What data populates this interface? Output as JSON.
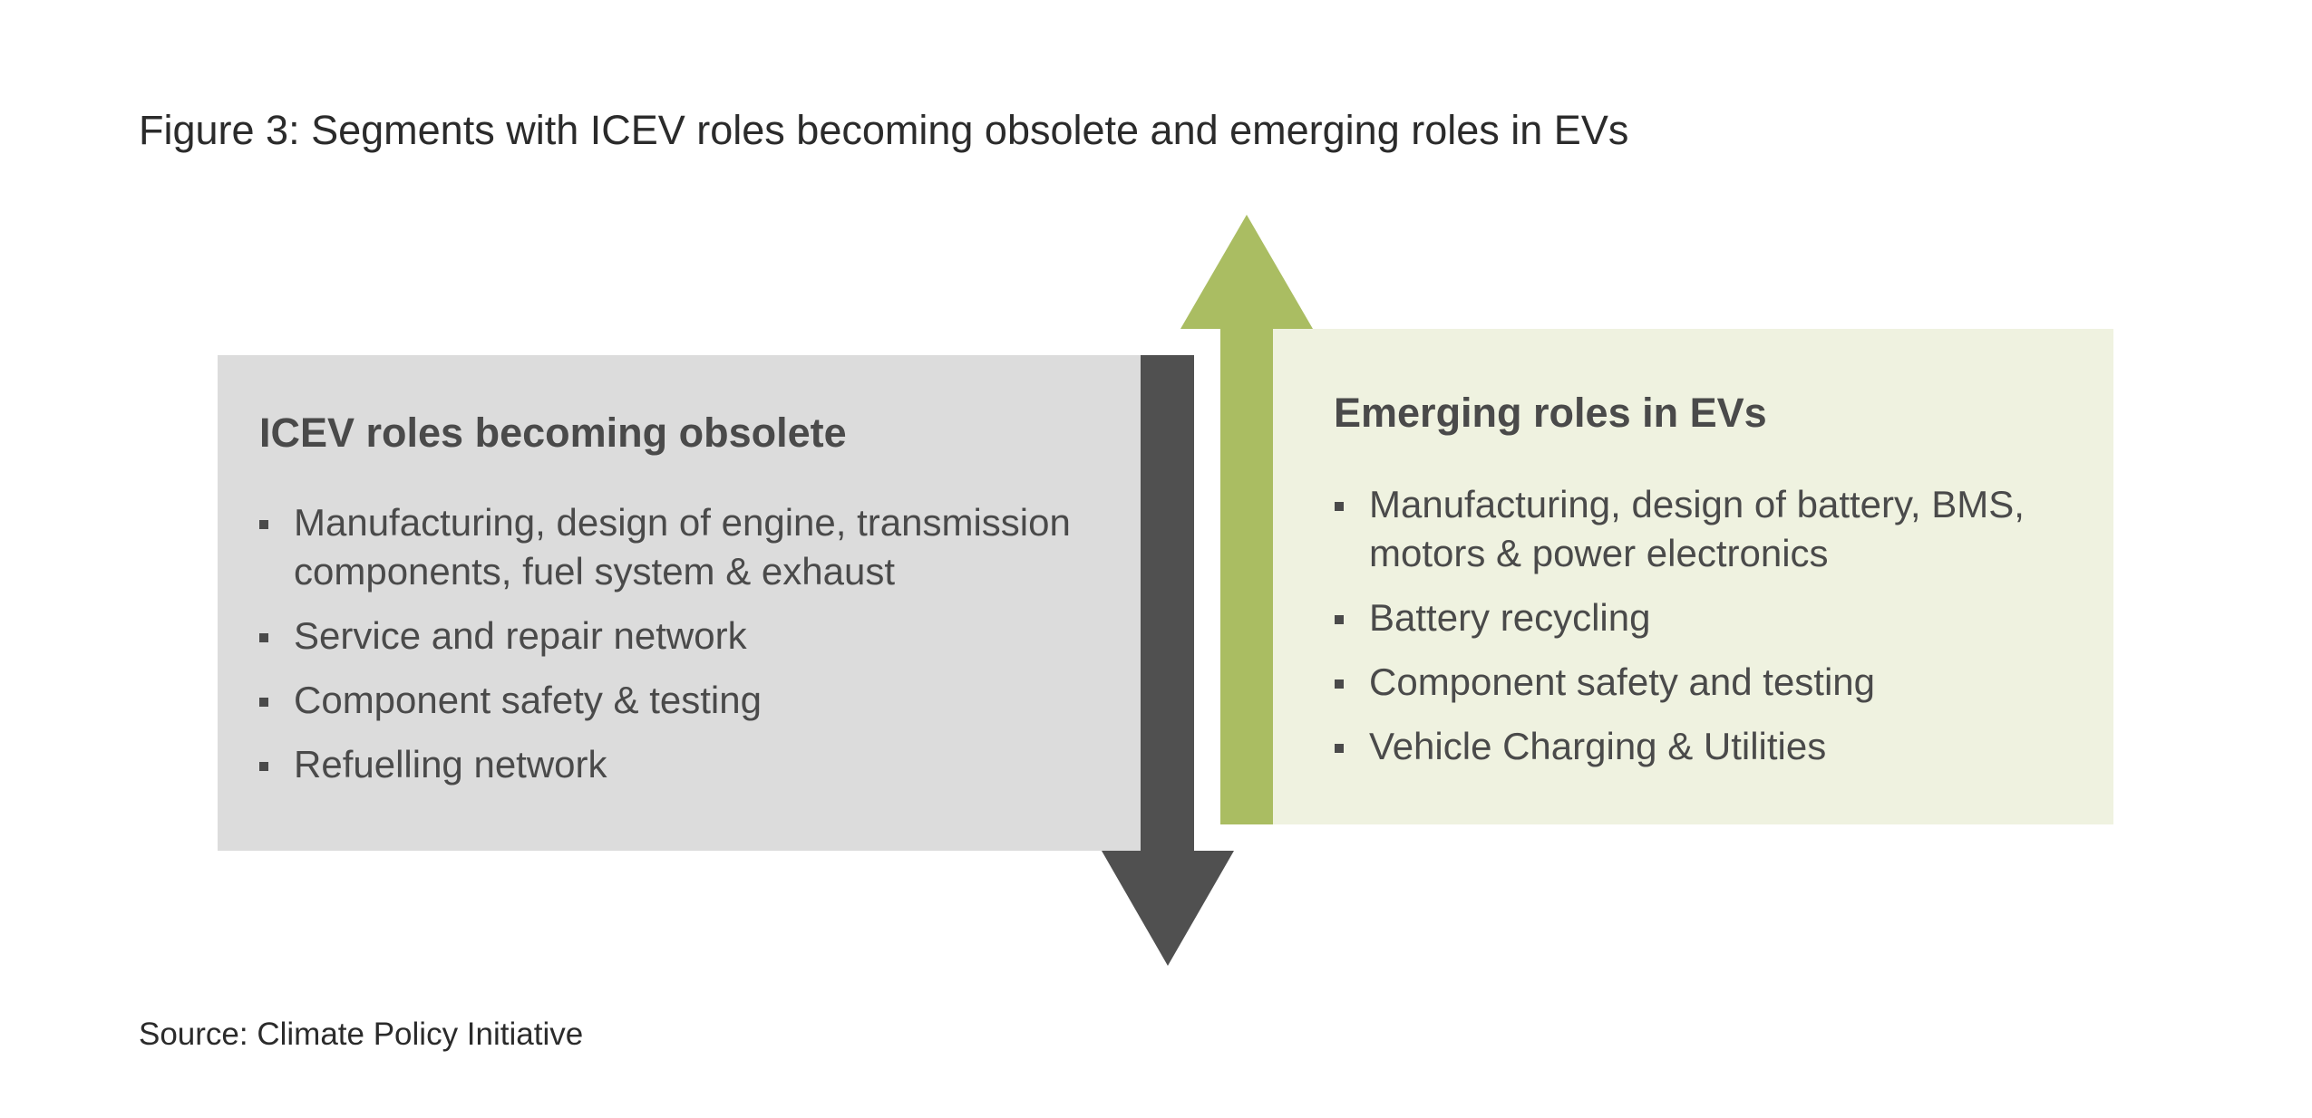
{
  "title": "Figure 3: Segments with ICEV roles becoming obsolete and emerging roles in EVs",
  "left_panel": {
    "heading": "ICEV roles becoming obsolete",
    "items": [
      "Manufacturing, design of engine, transmission components, fuel system & exhaust",
      "Service and repair network",
      "Component safety & testing",
      "Refuelling network"
    ]
  },
  "right_panel": {
    "heading": "Emerging roles in EVs",
    "items": [
      "Manufacturing, design of battery, BMS, motors & power electronics",
      "Battery recycling",
      "Component safety and testing",
      "Vehicle Charging & Utilities"
    ]
  },
  "source": "Source: Climate Policy Initiative",
  "colors": {
    "gray_box": "#dcdcdc",
    "down_arrow": "#505050",
    "up_arrow": "#aabd62",
    "green_box": "#eff2e0"
  }
}
